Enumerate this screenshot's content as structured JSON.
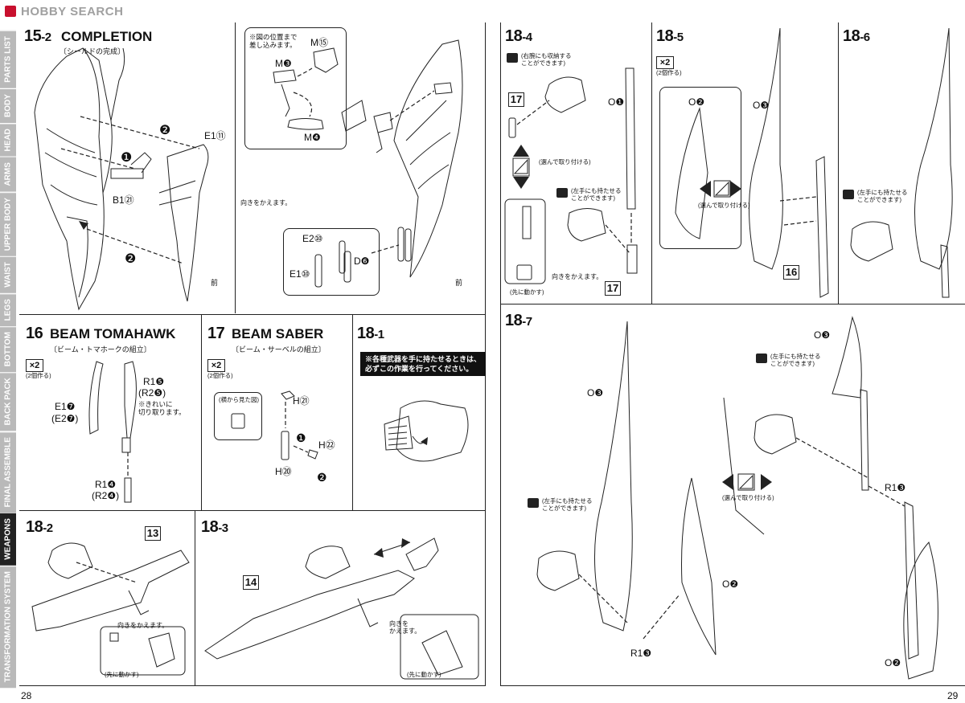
{
  "header": {
    "logo_text": "HOBBY SEARCH"
  },
  "sidetabs": [
    {
      "label": "PARTS LIST",
      "active": false
    },
    {
      "label": "BODY",
      "active": false
    },
    {
      "label": "HEAD",
      "active": false
    },
    {
      "label": "ARMS",
      "active": false
    },
    {
      "label": "UPPER BODY",
      "active": false
    },
    {
      "label": "WAIST",
      "active": false
    },
    {
      "label": "LEGS",
      "active": false
    },
    {
      "label": "BOTTOM",
      "active": false
    },
    {
      "label": "BACK PACK",
      "active": false
    },
    {
      "label": "FINAL ASSEMBLE",
      "active": false
    },
    {
      "label": "WEAPONS",
      "active": true
    },
    {
      "label": "TRANSFORMATION SYSTEM",
      "active": false
    }
  ],
  "s15": {
    "step": "15",
    "sub": "-2",
    "title": "COMPLETION",
    "subtitle": "〔シールドの完成〕",
    "labels": {
      "e1_11": "E1⑪",
      "b1_21": "B1㉑",
      "n1": "❶",
      "n2a": "❷",
      "n2b": "❷",
      "front1": "前",
      "front2": "前"
    },
    "callout_note": "※図の位置まで\n差し込みます。",
    "m15": "M⑮",
    "m3": "M❸",
    "m4": "M❹",
    "turn": "向きをかえます。",
    "e2_10": "E2⑩",
    "d6": "D❻",
    "e1_10": "E1⑩"
  },
  "s16": {
    "step": "16",
    "title": "BEAM TOMAHAWK",
    "subtitle": "〔ビーム・トマホークの組立〕",
    "x2": "×2",
    "make2": "(2個作る)",
    "r1_5": "R1❺",
    "r2_5": "(R2❺)",
    "note": "※きれいに\n切り取ります。",
    "e1_7": "E1❼",
    "e2_7": "(E2❼)",
    "r1_4": "R1❹",
    "r2_4": "(R2❹)"
  },
  "s17": {
    "step": "17",
    "title": "BEAM SABER",
    "subtitle": "〔ビーム・サーベルの組立〕",
    "x2": "×2",
    "make2": "(2個作る)",
    "side_view": "(横から見た図)",
    "h21": "H㉑",
    "h22": "H㉒",
    "h20": "H⑳",
    "n1": "❶",
    "n2": "❷"
  },
  "s18_1": {
    "step": "18",
    "sub": "-1",
    "warning": "※各種武器を手に持たせるときは、\n必ずこの作業を行ってください。"
  },
  "s18_2": {
    "step": "18",
    "sub": "-2",
    "part": "13",
    "turn": "向きをかえます。",
    "move": "(先に動かす)"
  },
  "s18_3": {
    "step": "18",
    "sub": "-3",
    "part": "14",
    "turn": "向きを\nかえます。",
    "move": "(先に動かす)"
  },
  "s18_4": {
    "step": "18",
    "sub": "-4",
    "right_store": "(右腕にも収納する\nことができます)",
    "part17a": "17",
    "part17b": "17",
    "o1": "O❶",
    "choose": "(選んで取り付ける)",
    "left_hold": "(左手にも持たせる\nことができます)",
    "turn": "向きをかえます。",
    "move": "(先に動かす)"
  },
  "s18_5": {
    "step": "18",
    "sub": "-5",
    "x2": "×2",
    "make2": "(2個作る)",
    "o2": "O❷",
    "o3": "O❸",
    "choose": "(選んで取り付ける)",
    "part16": "16"
  },
  "s18_6": {
    "step": "18",
    "sub": "-6",
    "left_hold": "(左手にも持たせる\nことができます)"
  },
  "s18_7": {
    "step": "18",
    "sub": "-7",
    "o3a": "O❸",
    "o3b": "O❸",
    "left_hold_a": "(左手にも持たせる\nことができます)",
    "left_hold_b": "(左手にも持たせる\nことができます)",
    "choose": "(選んで取り付ける)",
    "r1_3a": "R1❸",
    "r1_3b": "R1❸",
    "o2a": "O❷",
    "o2b": "O❷"
  },
  "pages": {
    "left": "28",
    "right": "29"
  }
}
